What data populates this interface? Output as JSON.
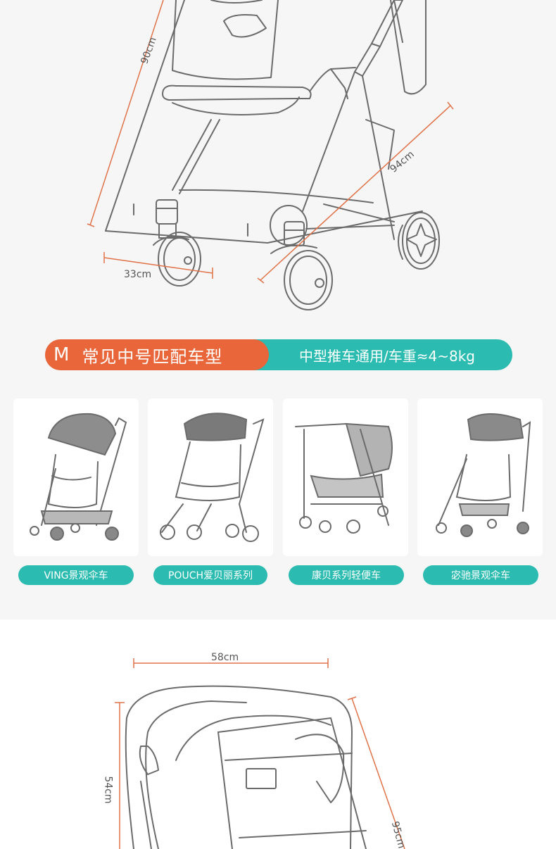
{
  "top_diagram": {
    "height_label": "90cm",
    "depth_label": "94cm",
    "width_label": "33cm"
  },
  "banner": {
    "size_letter": "M",
    "title": "常见中号匹配车型",
    "subtitle": "中型推车通用/车重≈4~8kg",
    "colors": {
      "left": "#e8663a",
      "right": "#2bbbb0"
    }
  },
  "models": [
    {
      "label": "VING景观伞车"
    },
    {
      "label": "POUCH爱贝丽系列"
    },
    {
      "label": "康贝系列轻便车"
    },
    {
      "label": "宓驰景观伞车"
    }
  ],
  "bottom_diagram": {
    "width_label": "58cm",
    "height_label": "54cm",
    "depth_label": "95cm"
  },
  "colors": {
    "dimension_line": "#e0734a",
    "sketch": "#6b6b6b"
  }
}
